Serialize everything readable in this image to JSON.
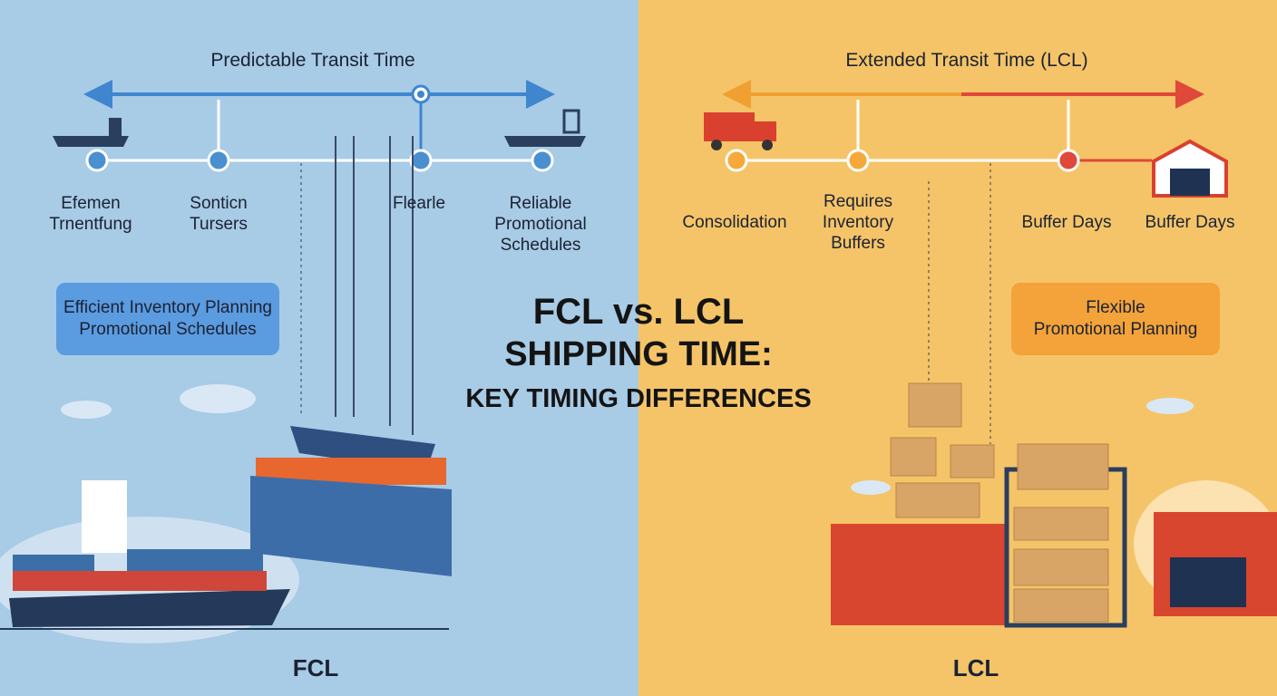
{
  "title": {
    "line1": "FCL vs. LCL",
    "line2": "SHIPPING TIME:",
    "line3": "KEY TIMING DIFFERENCES"
  },
  "fcl": {
    "heading": "Predictable Transit Time",
    "nodes": [
      {
        "line1": "Efemen",
        "line2": "Trnentfung"
      },
      {
        "line1": "Sonticn",
        "line2": "Tursers"
      },
      {
        "line1": "Flearle"
      },
      {
        "line1": "Reliable",
        "line2": "Promotional",
        "line3": "Schedules"
      }
    ],
    "callout": {
      "line1": "Efficient Inventory Planning",
      "line2": "Promotional Schedules"
    },
    "label": "FCL",
    "color": "#4a90d0"
  },
  "lcl": {
    "heading": "Extended Transit Time (LCL)",
    "nodes": [
      {
        "line1": "Consolidation"
      },
      {
        "line1": "Requires",
        "line2": "Inventory",
        "line3": "Buffers"
      },
      {
        "line1": "Buffer Days"
      },
      {
        "line1": "Buffer Days"
      }
    ],
    "callout": {
      "line1": "Flexible",
      "line2": "Promotional Planning"
    },
    "label": "LCL",
    "color": "#f0a030",
    "alert_color": "#e0483a"
  }
}
